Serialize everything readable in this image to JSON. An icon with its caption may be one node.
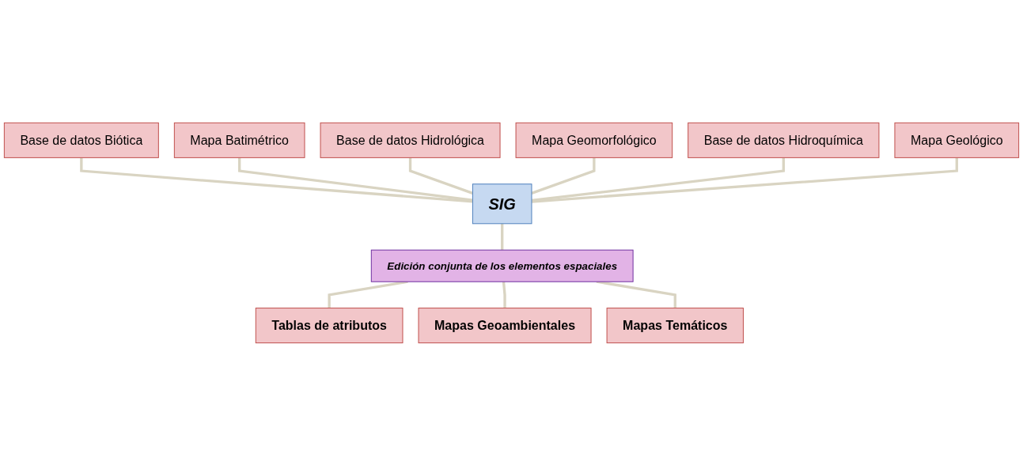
{
  "diagram": {
    "nodes": [
      {
        "text": [
          "Base de datos Biótica"
        ]
      },
      {
        "text": [
          "Mapa Batimétrico"
        ]
      },
      {
        "text": [
          "Base de datos Hidrológica"
        ]
      },
      {
        "text": [
          "Mapa Geomorfológico"
        ]
      },
      {
        "text": [
          "Base de datos Hidroquímica"
        ]
      },
      {
        "text": [
          "Mapa Geológico"
        ]
      },
      {
        "text": [
          "SIG"
        ]
      },
      {
        "text": [
          "Edición conjunta de los elementos espaciales"
        ]
      },
      {
        "text": [
          "Tablas de atributos"
        ]
      },
      {
        "text": [
          "Mapas Geoambientales"
        ]
      },
      {
        "text": [
          "Mapas Temáticos"
        ]
      }
    ],
    "edges": [
      {
        "from": 0,
        "to": 6,
        "arrow": "none"
      },
      {
        "from": 1,
        "to": 6,
        "arrow": "none"
      },
      {
        "from": 2,
        "to": 6,
        "arrow": "none"
      },
      {
        "from": 3,
        "to": 6,
        "arrow": "none"
      },
      {
        "from": 4,
        "to": 6,
        "arrow": "none"
      },
      {
        "from": 5,
        "to": 6,
        "arrow": "none"
      },
      {
        "from": 6,
        "to": 7,
        "arrow": "none"
      },
      {
        "from": 7,
        "to": 8,
        "arrow": "none"
      },
      {
        "from": 7,
        "to": 9,
        "arrow": "none"
      },
      {
        "from": 7,
        "to": 10,
        "arrow": "none"
      }
    ]
  }
}
